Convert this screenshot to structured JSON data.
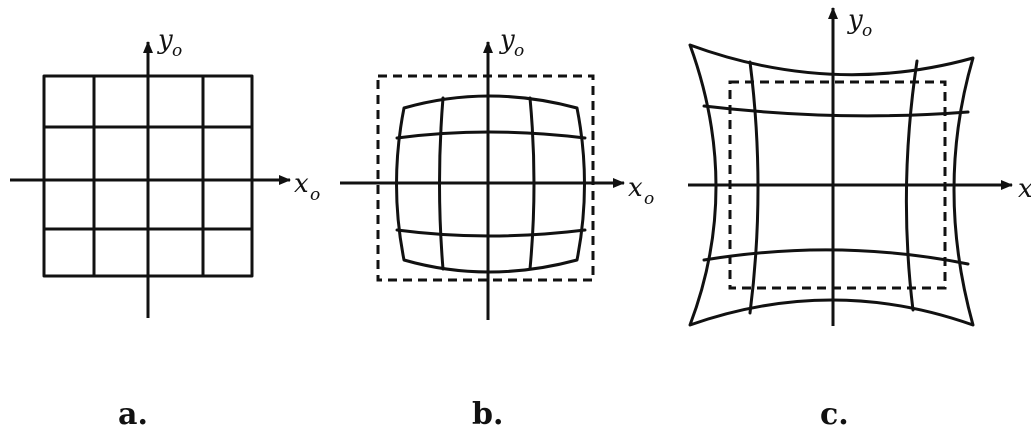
{
  "panels": [
    {
      "caption": "a.",
      "x_axis": "x",
      "x_sub": "o",
      "y_axis": "y",
      "y_sub": "o"
    },
    {
      "caption": "b.",
      "x_axis": "x",
      "x_sub": "o",
      "y_axis": "y",
      "y_sub": "o"
    },
    {
      "caption": "c.",
      "x_axis": "x",
      "x_sub": "",
      "y_axis": "y",
      "y_sub": "o"
    }
  ],
  "colors": {
    "ink": "#111111",
    "background": "#ffffff"
  }
}
